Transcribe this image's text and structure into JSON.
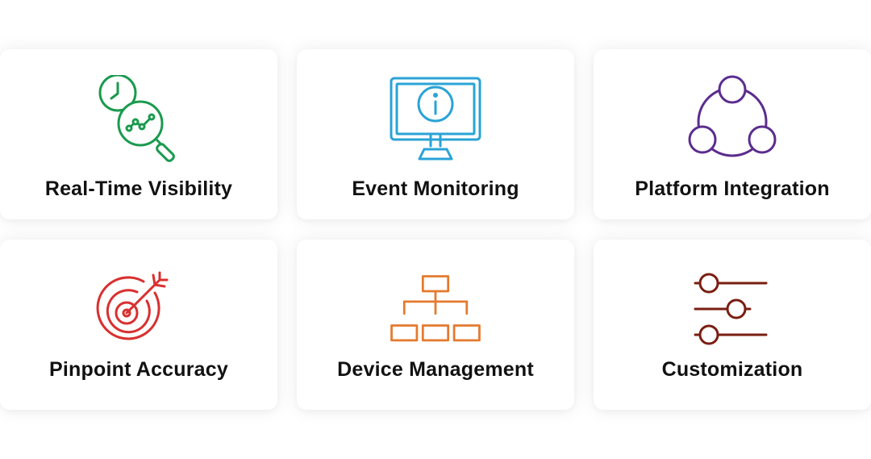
{
  "cards": [
    {
      "label": "Real-Time Visibility",
      "icon": "clock-magnifier-icon",
      "color": "#1a9a4e"
    },
    {
      "label": "Event Monitoring",
      "icon": "monitor-info-icon",
      "color": "#2aa3d6"
    },
    {
      "label": "Platform Integration",
      "icon": "connected-nodes-icon",
      "color": "#5b2d8e"
    },
    {
      "label": "Pinpoint Accuracy",
      "icon": "target-arrow-icon",
      "color": "#d8302f"
    },
    {
      "label": "Device Management",
      "icon": "hierarchy-chart-icon",
      "color": "#e47a2e"
    },
    {
      "label": "Customization",
      "icon": "sliders-icon",
      "color": "#7a1e12"
    }
  ]
}
